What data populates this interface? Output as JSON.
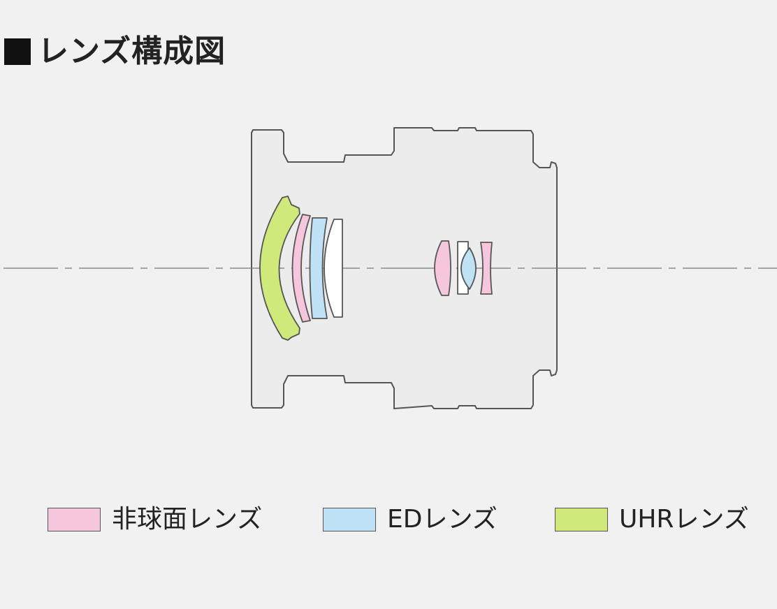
{
  "title": "レンズ構成図",
  "colors": {
    "background": "#f1f1f1",
    "aspherical": "#f6c7dc",
    "ed": "#bfe2f6",
    "uhr": "#cfe97a",
    "normal": "#ffffff",
    "outline": "#555555",
    "axis": "#777777"
  },
  "legend": [
    {
      "label": "非球面レンズ",
      "color": "#f6c7dc"
    },
    {
      "label": "EDレンズ",
      "color": "#bfe2f6"
    },
    {
      "label": "UHRレンズ",
      "color": "#cfe97a"
    }
  ],
  "elements": [
    {
      "group": "front",
      "type": "UHRレンズ"
    },
    {
      "group": "front",
      "type": "非球面レンズ"
    },
    {
      "group": "front",
      "type": "EDレンズ"
    },
    {
      "group": "front",
      "type": "normal"
    },
    {
      "group": "rear",
      "type": "非球面レンズ"
    },
    {
      "group": "rear",
      "type": "normal"
    },
    {
      "group": "rear",
      "type": "EDレンズ"
    },
    {
      "group": "rear",
      "type": "非球面レンズ"
    }
  ]
}
